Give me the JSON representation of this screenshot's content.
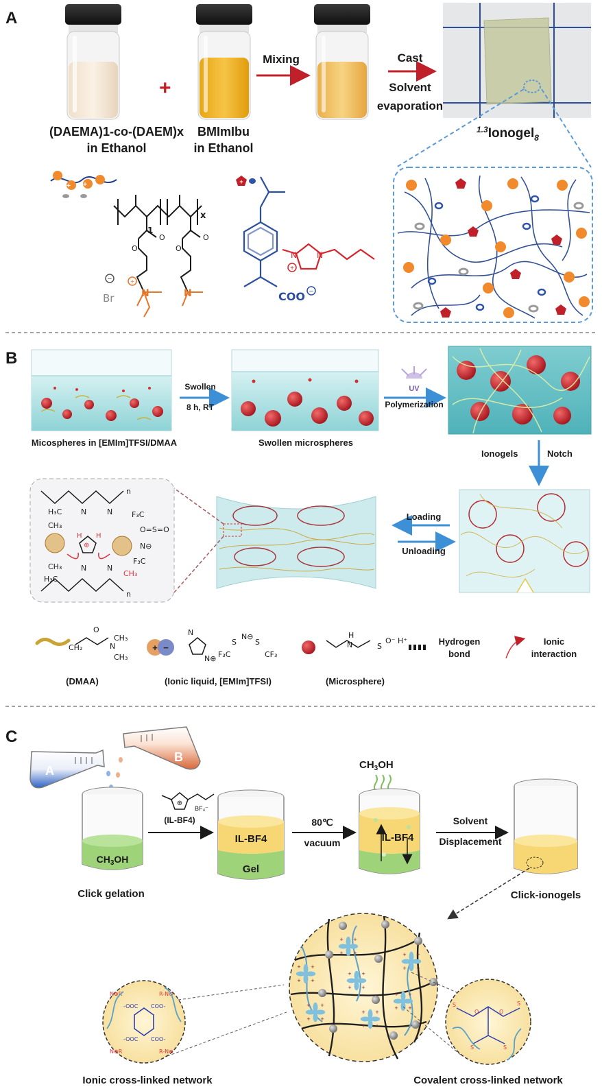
{
  "panel_a": {
    "letter": "A",
    "plus": "+",
    "vial1_label_line1": "(DAEMA)1-co-(DAEM)x",
    "vial1_label_line2": "in Ethanol",
    "vial2_label_line1": "BMImIbu",
    "vial2_label_line2": "in Ethanol",
    "arrow1_label": "Mixing",
    "arrow2_label_line1": "Cast",
    "arrow2_label_line2": "Solvent",
    "arrow2_label_line3": "evaporation",
    "product_label_sup": "1.3",
    "product_label_main": "Ionogel",
    "product_label_sub": "8",
    "polymer_subscript_1": "1",
    "polymer_subscript_x": "x",
    "bromide_label": "Br",
    "carboxylate_label": "COO",
    "colors": {
      "cation": "#f08a2c",
      "anion": "#9a9a9a",
      "il_cation": "#c0202a",
      "il_anion": "#2d54a8",
      "network": "#5a8fd0"
    }
  },
  "panel_b": {
    "letter": "B",
    "step1_label": "Micospheres in [EMIm]TFSI/DMAA",
    "arrow1_line1": "Swollen",
    "arrow1_line2": "8 h, RT",
    "step2_label": "Swollen microspheres",
    "arrow2_line1": "UV",
    "arrow2_line2": "Polymerization",
    "vertical_left": "Ionogels",
    "vertical_right": "Notch",
    "loading": "Loading",
    "unloading": "Unloading",
    "legend": {
      "dmaa": "(DMAA)",
      "ionic_liquid": "(Ionic liquid, [EMIm]TFSI)",
      "microsphere": "(Microsphere)",
      "hbond_line1": "Hydrogen",
      "hbond_line2": "bond",
      "ionic_line1": "Ionic",
      "ionic_line2": "interaction"
    },
    "colors": {
      "gel": "#8fd6d8",
      "sphere": "#c8232c",
      "fiber": "#d8c25a"
    }
  },
  "panel_c": {
    "letter": "C",
    "flask_a": "A",
    "flask_b": "B",
    "beaker1_label": "CH3OH",
    "step1_caption": "Click gelation",
    "il_name": "(IL-BF4)",
    "beaker2_top": "IL-BF4",
    "beaker2_bottom": "Gel",
    "arrow2_line1": "80℃",
    "arrow2_line2": "vacuum",
    "beaker3_vapor": "CH3OH",
    "beaker3_label": "IL-BF4",
    "arrow3_line1": "Solvent",
    "arrow3_line2": "Displacement",
    "step4_caption": "Click-ionogels",
    "left_caption": "Ionic cross-linked network",
    "right_caption": "Covalent cross-linked network",
    "colors": {
      "methanol": "#9ed37a",
      "ionic_liquid": "#f7d774",
      "flask_a": "#2f63c4",
      "flask_b": "#d9683a"
    }
  }
}
